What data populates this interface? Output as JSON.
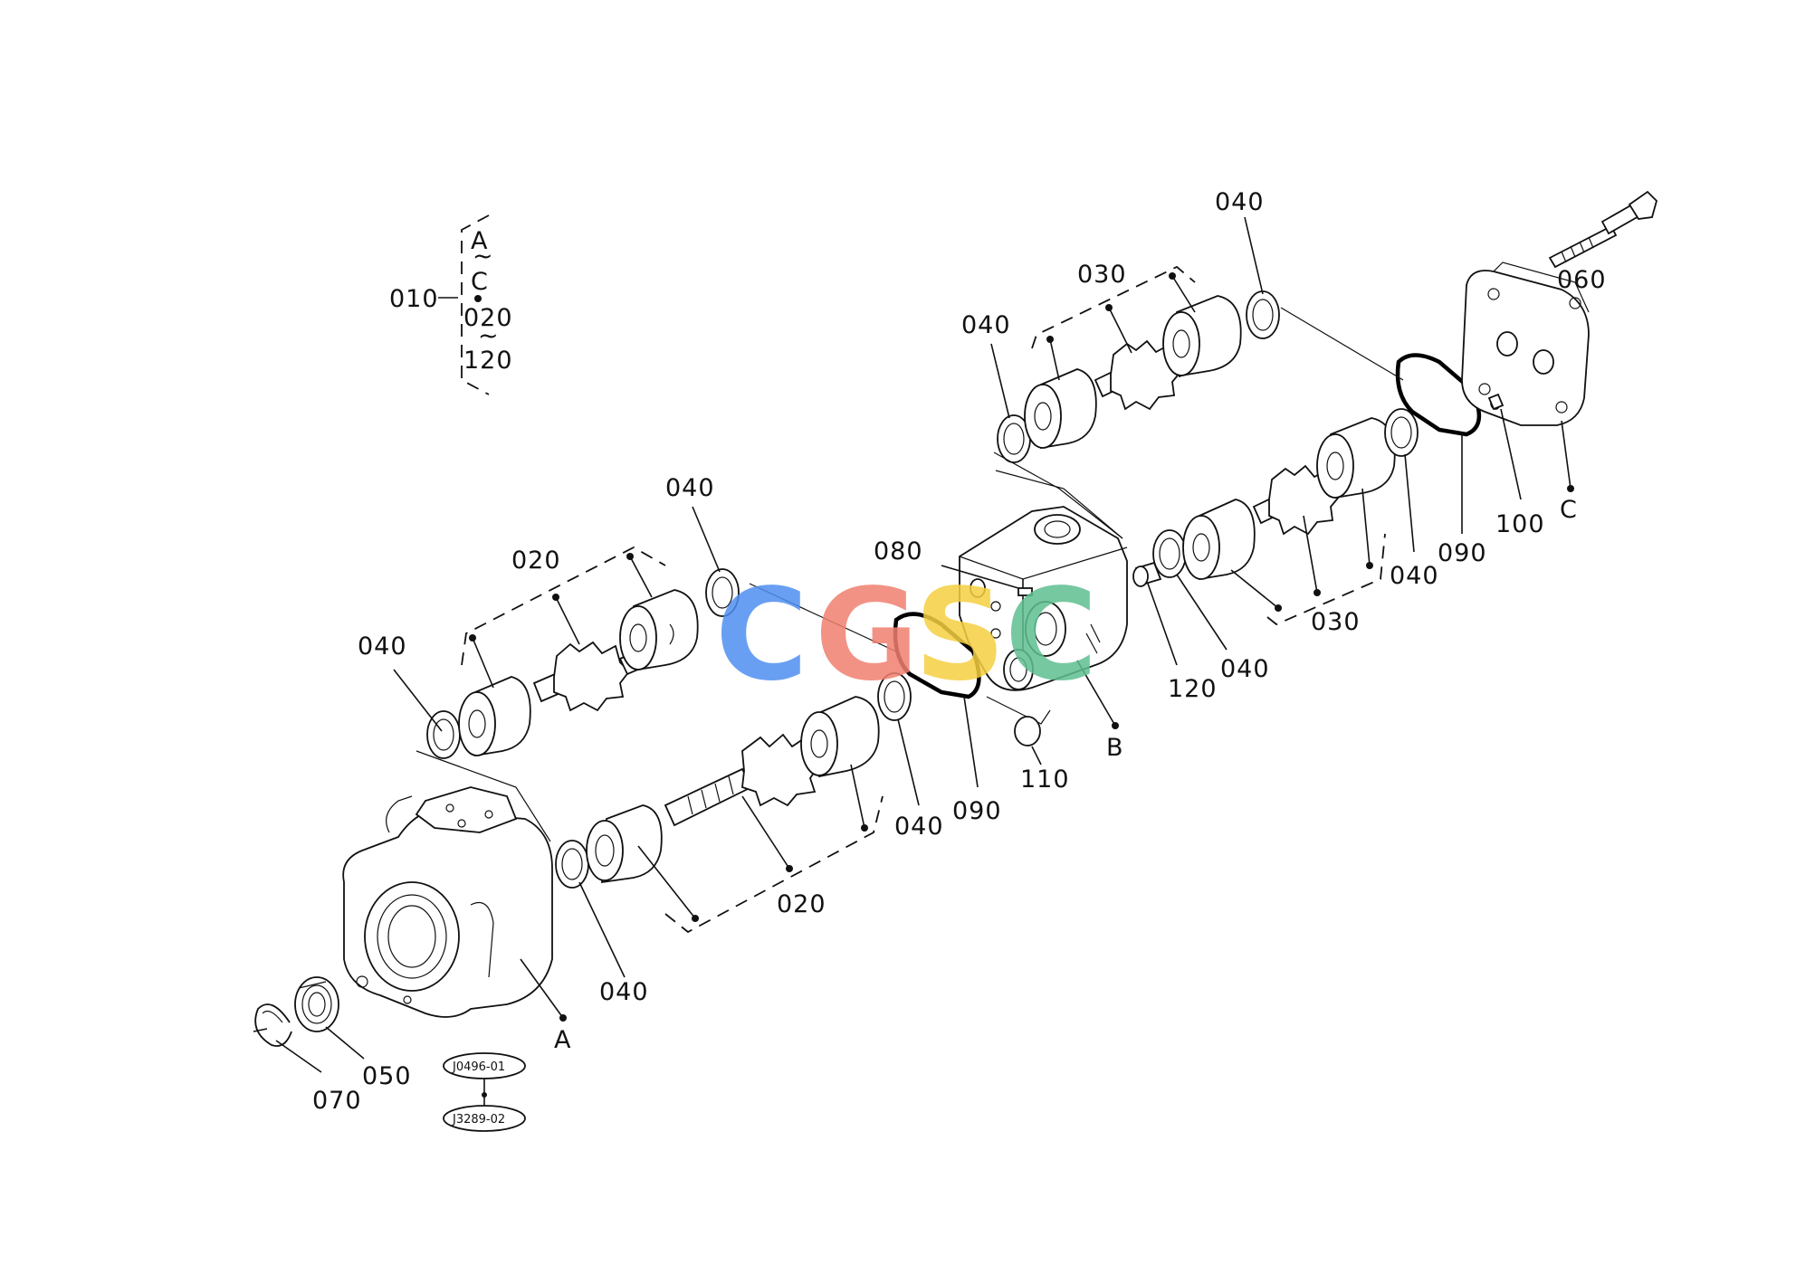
{
  "group_bracket": {
    "main_label": "010",
    "range_top": "A",
    "range_mid": "C",
    "range_low_start": "020",
    "range_low_end": "120",
    "tilde": "~"
  },
  "callouts": {
    "c040_top_right": "040",
    "c030_top": "030",
    "c040_top_left": "040",
    "c060": "060",
    "c040_mid": "040",
    "c020_upper": "020",
    "c040_left": "040",
    "c080": "080",
    "c090_right": "090",
    "c100": "100",
    "c_C": "C",
    "c040_right_lower": "040",
    "c030_lower": "030",
    "c120": "120",
    "c040_center_right": "040",
    "c_B": "B",
    "c110": "110",
    "c090_center": "090",
    "c040_center": "040",
    "c020_lower": "020",
    "c040_bottom": "040",
    "c_A": "A",
    "c050": "050",
    "c070": "070"
  },
  "reference_tags": {
    "ref_top": "J0496-01",
    "ref_bottom": "J3289-02"
  },
  "watermark": {
    "letters": [
      "C",
      "G",
      "S",
      "C"
    ],
    "colors": [
      "#4f8ff0",
      "#f08070",
      "#f5d040",
      "#5fbf90"
    ]
  }
}
